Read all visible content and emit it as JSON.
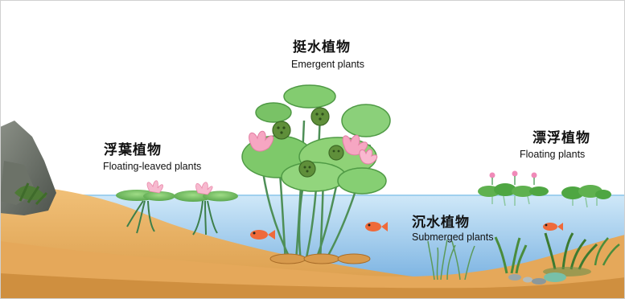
{
  "labels": {
    "emergent": {
      "zh": "挺水植物",
      "en": "Emergent plants"
    },
    "floating_leaved": {
      "zh": "浮葉植物",
      "en": "Floating-leaved plants"
    },
    "floating": {
      "zh": "漂浮植物",
      "en": "Floating plants"
    },
    "submerged": {
      "zh": "沉水植物",
      "en": "Submerged plants"
    }
  },
  "colors": {
    "sky": "#ffffff",
    "water_top": "#b9dcf2",
    "water_bottom": "#5c9fd6",
    "sand": "#e8b062",
    "sand_dark": "#c98a3c",
    "leaf_green": "#7cc36a",
    "leaf_dark": "#3f8f3a",
    "lotus_pink": "#f6a6c2",
    "fish": "#ef6a3a"
  }
}
